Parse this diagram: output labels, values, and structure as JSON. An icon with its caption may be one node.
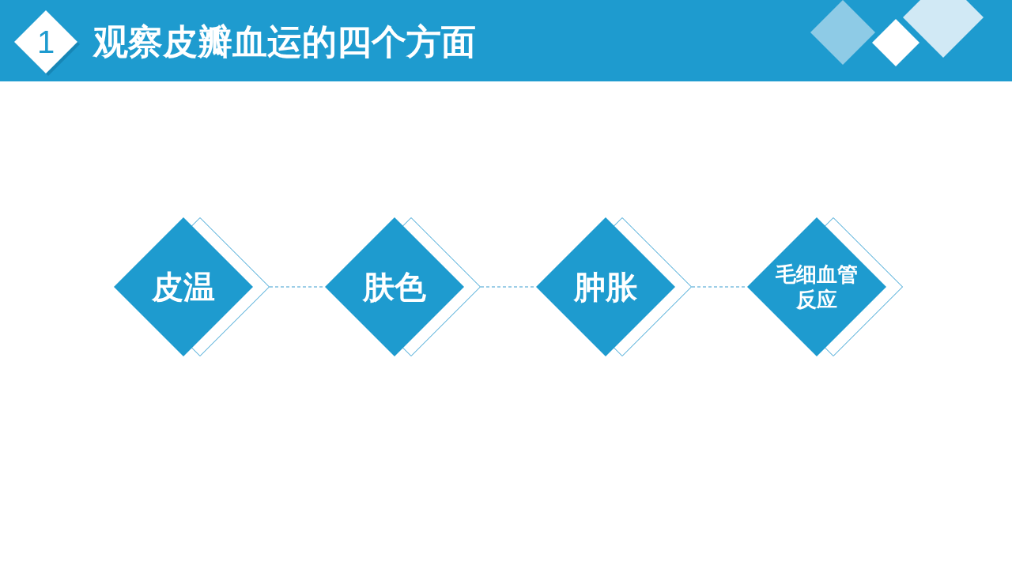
{
  "diagram": {
    "title": "观察皮瓣血运的四个方面",
    "nodes": [
      {
        "text": [
          "1"
        ]
      },
      {
        "text": [
          "皮温"
        ]
      },
      {
        "text": [
          "肤色"
        ]
      },
      {
        "text": [
          "肿胀"
        ]
      },
      {
        "text": [
          "毛细血管反应"
        ]
      }
    ],
    "edges": [
      {
        "from": 1,
        "to": 2,
        "arrow": "none",
        "style": "dashed"
      },
      {
        "from": 2,
        "to": 3,
        "arrow": "none",
        "style": "dashed"
      },
      {
        "from": 3,
        "to": 4,
        "arrow": "none",
        "style": "dashed"
      }
    ]
  }
}
